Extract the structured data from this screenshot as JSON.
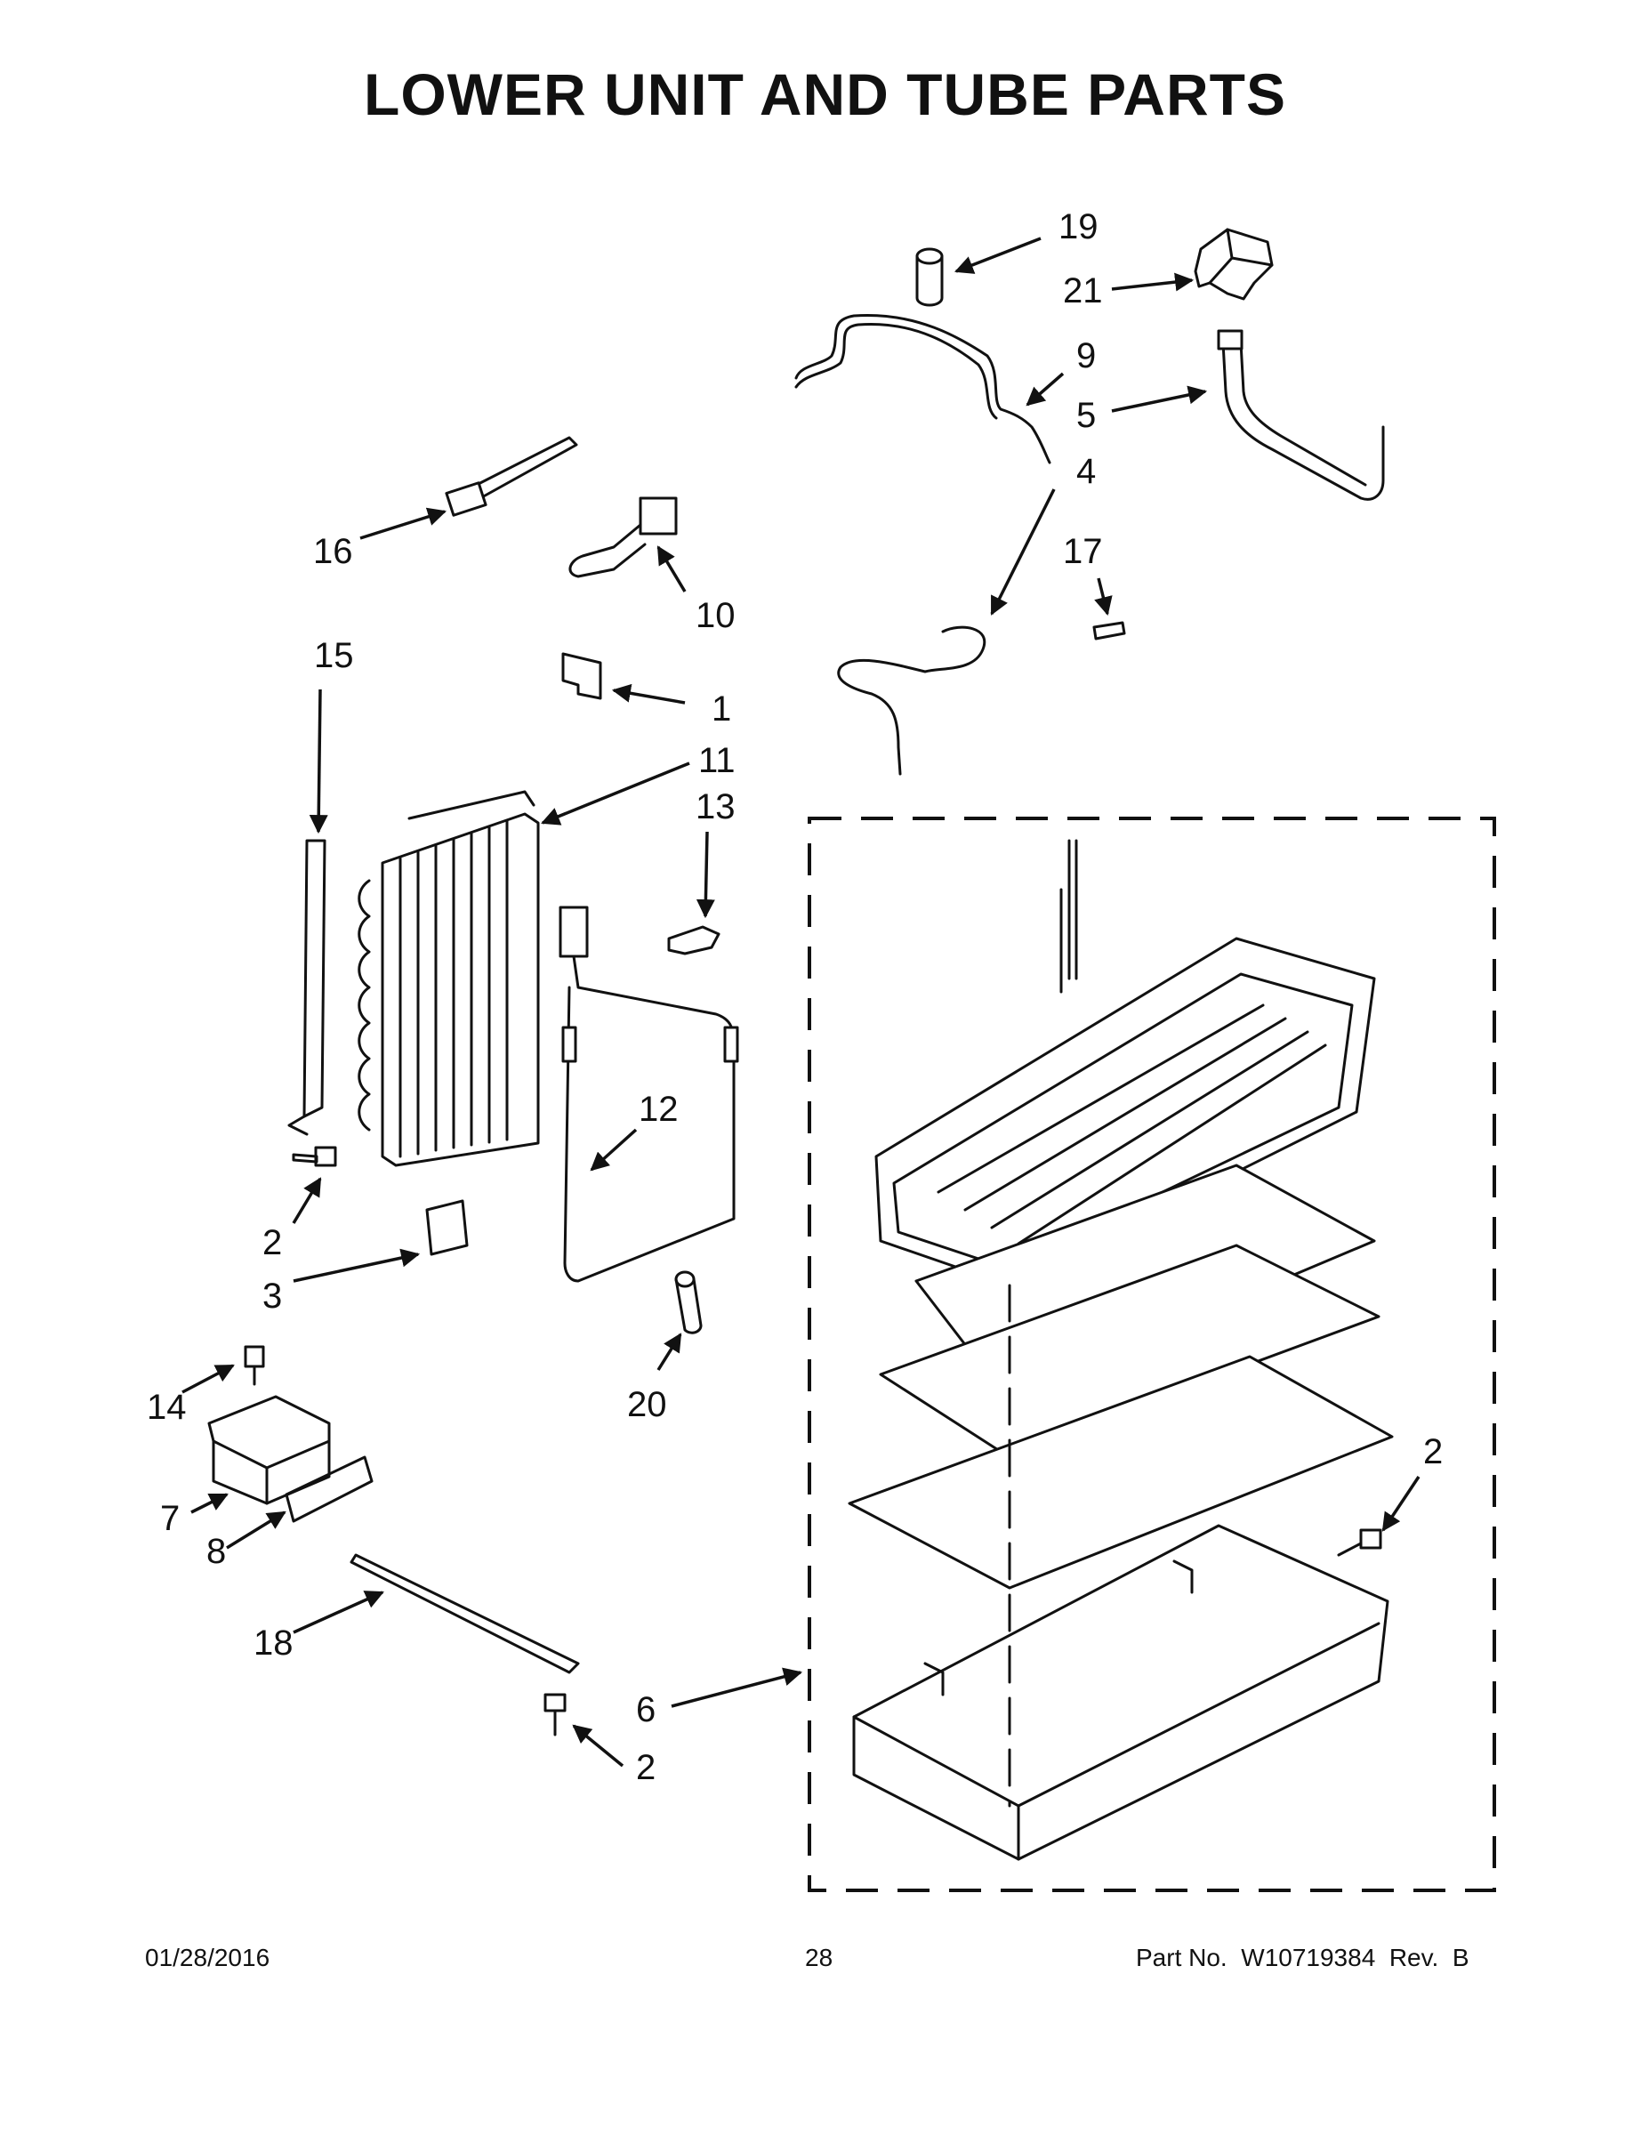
{
  "title": "LOWER UNIT AND TUBE PARTS",
  "callouts": {
    "c1": "1",
    "c2a": "2",
    "c2b": "2",
    "c2c": "2",
    "c3": "3",
    "c4": "4",
    "c5": "5",
    "c6": "6",
    "c7": "7",
    "c8": "8",
    "c9": "9",
    "c10": "10",
    "c11": "11",
    "c12": "12",
    "c13": "13",
    "c14": "14",
    "c15": "15",
    "c16": "16",
    "c17": "17",
    "c18": "18",
    "c19": "19",
    "c20": "20",
    "c21": "21"
  },
  "footer": {
    "date": "01/28/2016",
    "page": "28",
    "part_no": "Part No.  W10719384  Rev.  B"
  }
}
